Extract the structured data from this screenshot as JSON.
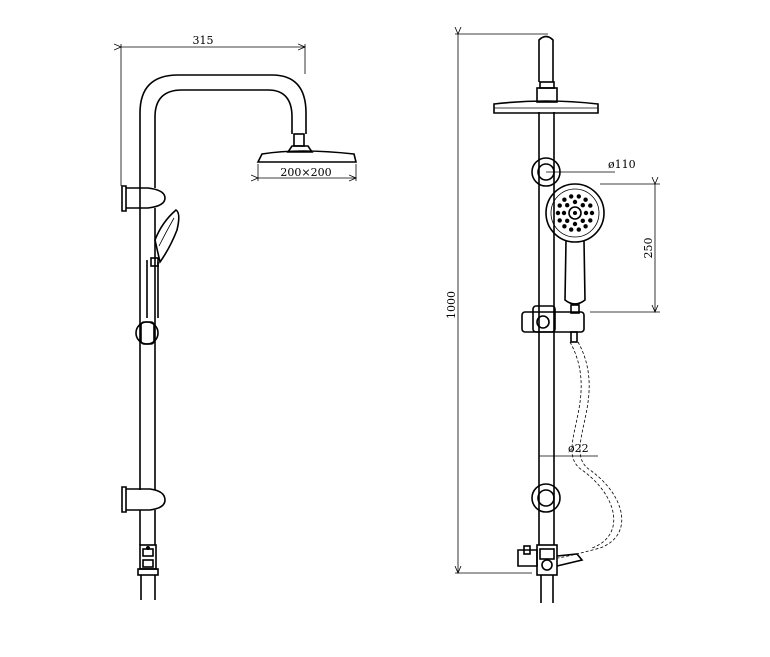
{
  "side_view": {
    "arm_width_label": "315",
    "head_size_label": "200×200"
  },
  "front_view": {
    "total_height_label": "1000",
    "hand_shower_diameter_label": "ø110",
    "hand_shower_length_label": "250",
    "rail_diameter_label": "ø22"
  }
}
